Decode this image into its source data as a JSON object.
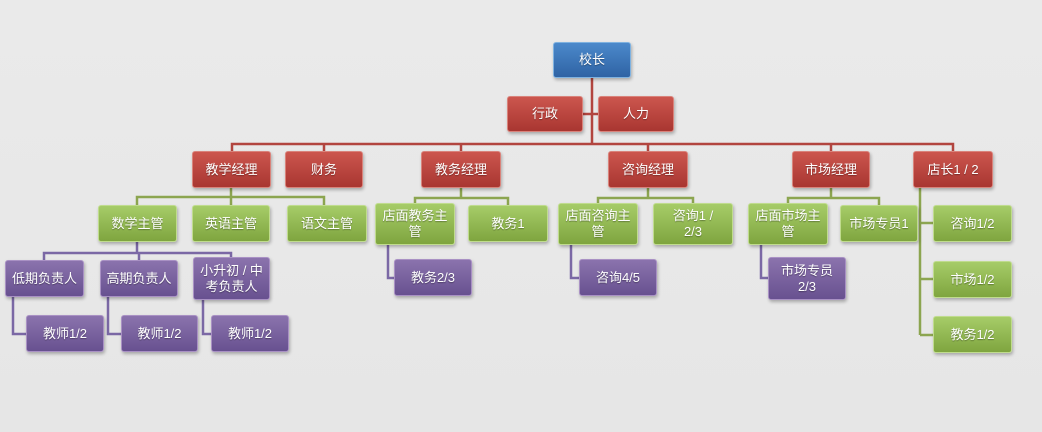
{
  "diagram": {
    "type": "org-chart",
    "background_color": "#e8e8e8",
    "colors": {
      "level1_box": "#3a76b8",
      "level2_box": "#bb4540",
      "level3_box": "#bb4540",
      "level4_box": "#92b953",
      "level5_box": "#79619e",
      "connector_red": "#b2453f",
      "connector_green": "#8ca550",
      "connector_purple": "#7b68a5"
    },
    "nodes": {
      "principal": {
        "label": "校长"
      },
      "admin": {
        "label": "行政"
      },
      "hr": {
        "label": "人力"
      },
      "teaching_manager": {
        "label": "教学经理"
      },
      "finance": {
        "label": "财务"
      },
      "academic_manager": {
        "label": "教务经理"
      },
      "consulting_manager": {
        "label": "咨询经理"
      },
      "marketing_manager": {
        "label": "市场经理"
      },
      "store_manager": {
        "label": "店长1 / 2"
      },
      "math_supervisor": {
        "label": "数学主管"
      },
      "english_supervisor": {
        "label": "英语主管"
      },
      "chinese_supervisor": {
        "label": "语文主管"
      },
      "store_academic_supervisor": {
        "label": "店面教务主\n管"
      },
      "academic_1": {
        "label": "教务1"
      },
      "store_consulting_supervisor": {
        "label": "店面咨询主\n管"
      },
      "consulting_1_23": {
        "label": "咨询1 /\n2/3"
      },
      "store_marketing_supervisor": {
        "label": "店面市场主\n管"
      },
      "marketing_specialist_1": {
        "label": "市场专员1"
      },
      "consulting_12": {
        "label": "咨询1/2"
      },
      "marketing_12": {
        "label": "市场1/2"
      },
      "academic_12": {
        "label": "教务1/2"
      },
      "junior_stage_lead": {
        "label": "低期负责人"
      },
      "senior_stage_lead": {
        "label": "高期负责人"
      },
      "exam_lead": {
        "label": "小升初 / 中\n考负责人"
      },
      "academic_23": {
        "label": "教务2/3"
      },
      "consulting_45": {
        "label": "咨询4/5"
      },
      "marketing_specialist_23": {
        "label": "市场专员\n2/3"
      },
      "teacher_group_1": {
        "label": "教师1/2"
      },
      "teacher_group_2": {
        "label": "教师1/2"
      },
      "teacher_group_3": {
        "label": "教师1/2"
      }
    }
  }
}
